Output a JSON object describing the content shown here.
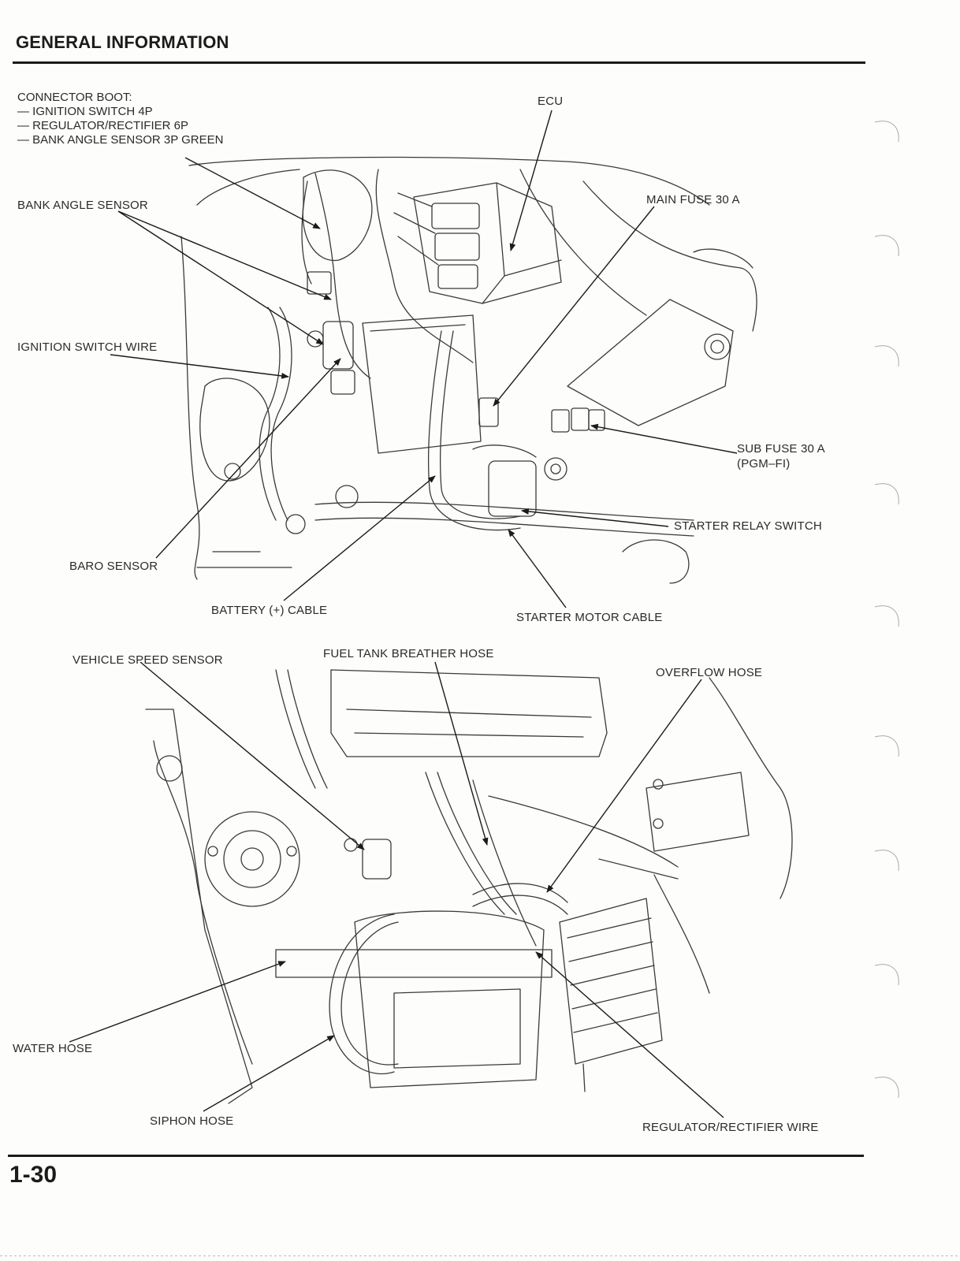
{
  "header": {
    "title": "GENERAL INFORMATION"
  },
  "footer": {
    "page_number": "1-30"
  },
  "figure_top": {
    "connector_boot": {
      "heading": "CONNECTOR BOOT:",
      "items": [
        "— IGNITION SWITCH 4P",
        "— REGULATOR/RECTIFIER 6P",
        "— BANK ANGLE SENSOR 3P GREEN"
      ]
    },
    "labels": {
      "ecu": "ECU",
      "main_fuse": "MAIN FUSE 30 A",
      "bank_angle_sensor": "BANK ANGLE SENSOR",
      "ignition_switch_wire": "IGNITION SWITCH WIRE",
      "sub_fuse_line1": "SUB FUSE 30 A",
      "sub_fuse_line2": "(PGM–FI)",
      "starter_relay_switch": "STARTER RELAY SWITCH",
      "baro_sensor": "BARO SENSOR",
      "battery_cable": "BATTERY (+) CABLE",
      "starter_motor_cable": "STARTER MOTOR CABLE"
    }
  },
  "figure_bottom": {
    "labels": {
      "vehicle_speed_sensor": "VEHICLE SPEED SENSOR",
      "fuel_tank_breather_hose": "FUEL TANK BREATHER HOSE",
      "overflow_hose": "OVERFLOW HOSE",
      "water_hose": "WATER HOSE",
      "siphon_hose": "SIPHON HOSE",
      "regulator_rectifier_wire": "REGULATOR/RECTIFIER WIRE"
    }
  }
}
